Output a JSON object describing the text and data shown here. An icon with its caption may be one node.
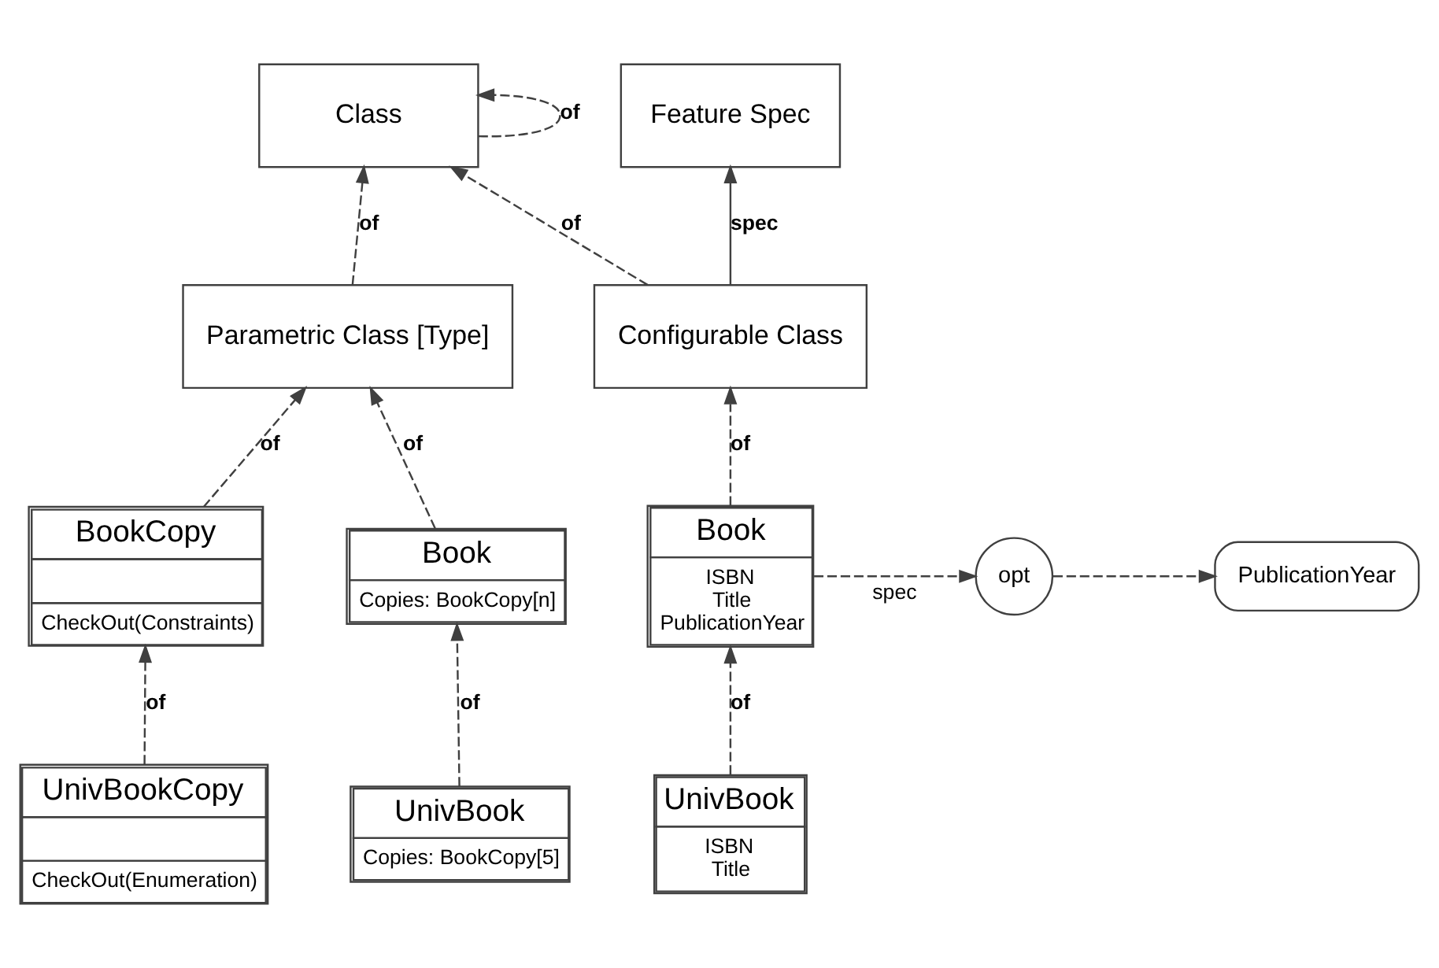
{
  "diagram": {
    "nodes": [
      {
        "text": [
          "Class"
        ]
      },
      {
        "text": [
          "Feature Spec"
        ]
      },
      {
        "text": [
          "Parametric Class [Type]"
        ]
      },
      {
        "text": [
          "Configurable Class"
        ]
      },
      {
        "text": [
          "BookCopy",
          "CheckOut(Constraints)"
        ]
      },
      {
        "text": [
          "Book",
          "Copies: BookCopy[n]"
        ]
      },
      {
        "text": [
          "Book",
          "ISBN",
          "Title",
          "PublicationYear"
        ]
      },
      {
        "text": [
          "opt"
        ]
      },
      {
        "text": [
          "PublicationYear"
        ]
      },
      {
        "text": [
          "UnivBookCopy",
          "CheckOut(Enumeration)"
        ]
      },
      {
        "text": [
          "UnivBook",
          "Copies: BookCopy[5]"
        ]
      },
      {
        "text": [
          "UnivBook",
          "ISBN",
          "Title"
        ]
      }
    ],
    "edges": [
      {
        "from": 0,
        "to": 0,
        "arrow": "to",
        "label": "of",
        "style": "dashed"
      },
      {
        "from": 2,
        "to": 0,
        "arrow": "to",
        "label": "of",
        "style": "dashed"
      },
      {
        "from": 3,
        "to": 0,
        "arrow": "to",
        "label": "of",
        "style": "dashed"
      },
      {
        "from": 3,
        "to": 1,
        "arrow": "to",
        "label": "spec"
      },
      {
        "from": 4,
        "to": 2,
        "arrow": "to",
        "label": "of",
        "style": "dashed"
      },
      {
        "from": 5,
        "to": 2,
        "arrow": "to",
        "label": "of",
        "style": "dashed"
      },
      {
        "from": 6,
        "to": 3,
        "arrow": "to",
        "label": "of",
        "style": "dashed"
      },
      {
        "from": 6,
        "to": 7,
        "arrow": "to",
        "label": "spec",
        "style": "dashed"
      },
      {
        "from": 7,
        "to": 8,
        "arrow": "to",
        "style": "dashed"
      },
      {
        "from": 9,
        "to": 4,
        "arrow": "to",
        "label": "of",
        "style": "dashed"
      },
      {
        "from": 10,
        "to": 5,
        "arrow": "to",
        "label": "of",
        "style": "dashed"
      },
      {
        "from": 11,
        "to": 6,
        "arrow": "to",
        "label": "of",
        "style": "dashed"
      }
    ]
  }
}
